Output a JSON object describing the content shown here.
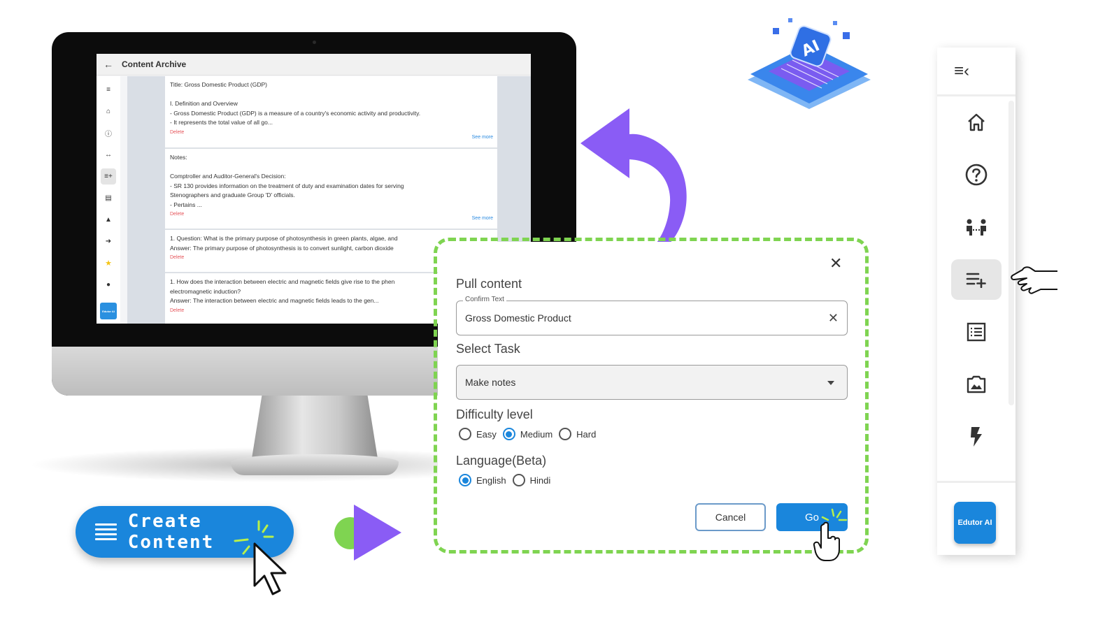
{
  "screen": {
    "title": "Content Archive",
    "cards": [
      {
        "lines": [
          "Title: Gross Domestic Product (GDP)",
          "",
          "I. Definition and Overview",
          "- Gross Domestic Product (GDP) is a measure of a country's economic activity and productivity.",
          "- It represents the total value of all go..."
        ],
        "delete": "Delete",
        "see_more": "See more"
      },
      {
        "lines": [
          "Notes:",
          "",
          "Comptroller and Auditor-General's Decision:",
          "- SR 130 provides information on the treatment of duty and examination dates for serving",
          "Stenographers and graduate Group 'D' officials.",
          "- Pertains ..."
        ],
        "delete": "Delete",
        "see_more": "See more"
      },
      {
        "lines": [
          "1. Question: What is the primary purpose of photosynthesis in green plants, algae, and",
          "Answer: The primary purpose of photosynthesis is to convert sunlight, carbon dioxide"
        ],
        "delete": "Delete"
      },
      {
        "lines": [
          "1. How does the interaction between electric and magnetic fields give rise to the phen",
          "electromagnetic induction?",
          "Answer: The interaction between electric and magnetic fields leads to the gen..."
        ],
        "delete": "Delete"
      }
    ],
    "brand": "Edutor AI"
  },
  "create_button": {
    "label": "Create Content"
  },
  "ai_badge": "AI",
  "dialog": {
    "heading": "Pull content",
    "confirm_legend": "Confirm Text",
    "confirm_value": "Gross Domestic Product",
    "select_task_label": "Select Task",
    "select_task_value": "Make notes",
    "difficulty_label": "Difficulty level",
    "difficulty_options": [
      "Easy",
      "Medium",
      "Hard"
    ],
    "difficulty_selected": "Medium",
    "language_label": "Language(Beta)",
    "language_options": [
      "English",
      "Hindi"
    ],
    "language_selected": "English",
    "cancel_label": "Cancel",
    "go_label": "Go"
  },
  "sidebar": {
    "brand": "Edutor AI",
    "items": [
      "home-icon",
      "help-icon",
      "people-icon",
      "playlist-add-icon",
      "list-icon",
      "image-icon",
      "flash-icon"
    ],
    "active_item": "playlist-add-icon"
  },
  "colors": {
    "accent": "#1a86dc",
    "dash": "#7fd451",
    "purple": "#8a5cf5",
    "delete": "#e5545a"
  }
}
